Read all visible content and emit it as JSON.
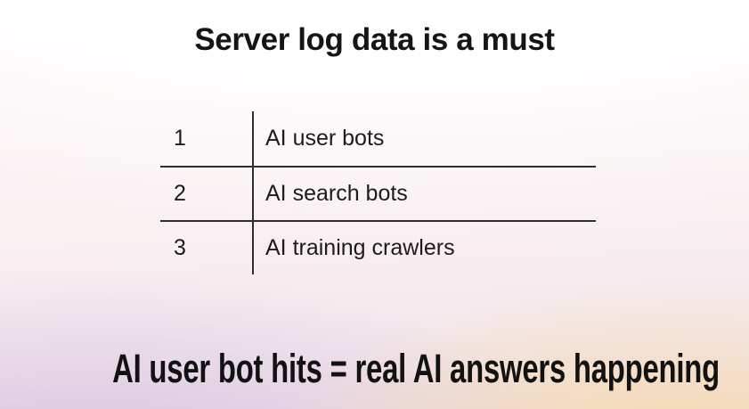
{
  "slide": {
    "title": "Server log data is a must",
    "caption": "AI user bot hits = real AI answers happening",
    "table": {
      "rows": [
        {
          "num": "1",
          "label": "AI user bots"
        },
        {
          "num": "2",
          "label": "AI search bots"
        },
        {
          "num": "3",
          "label": "AI training crawlers"
        }
      ]
    },
    "colors": {
      "text": "#151515",
      "table_line": "#2e2e2e",
      "bg_top": "#fdf8f8",
      "bg_mid_left_pink": "#faeef2",
      "bg_bottom_left_lavender": "#e9dcec",
      "bg_bottom_right_peach": "#f6e9d9"
    }
  }
}
